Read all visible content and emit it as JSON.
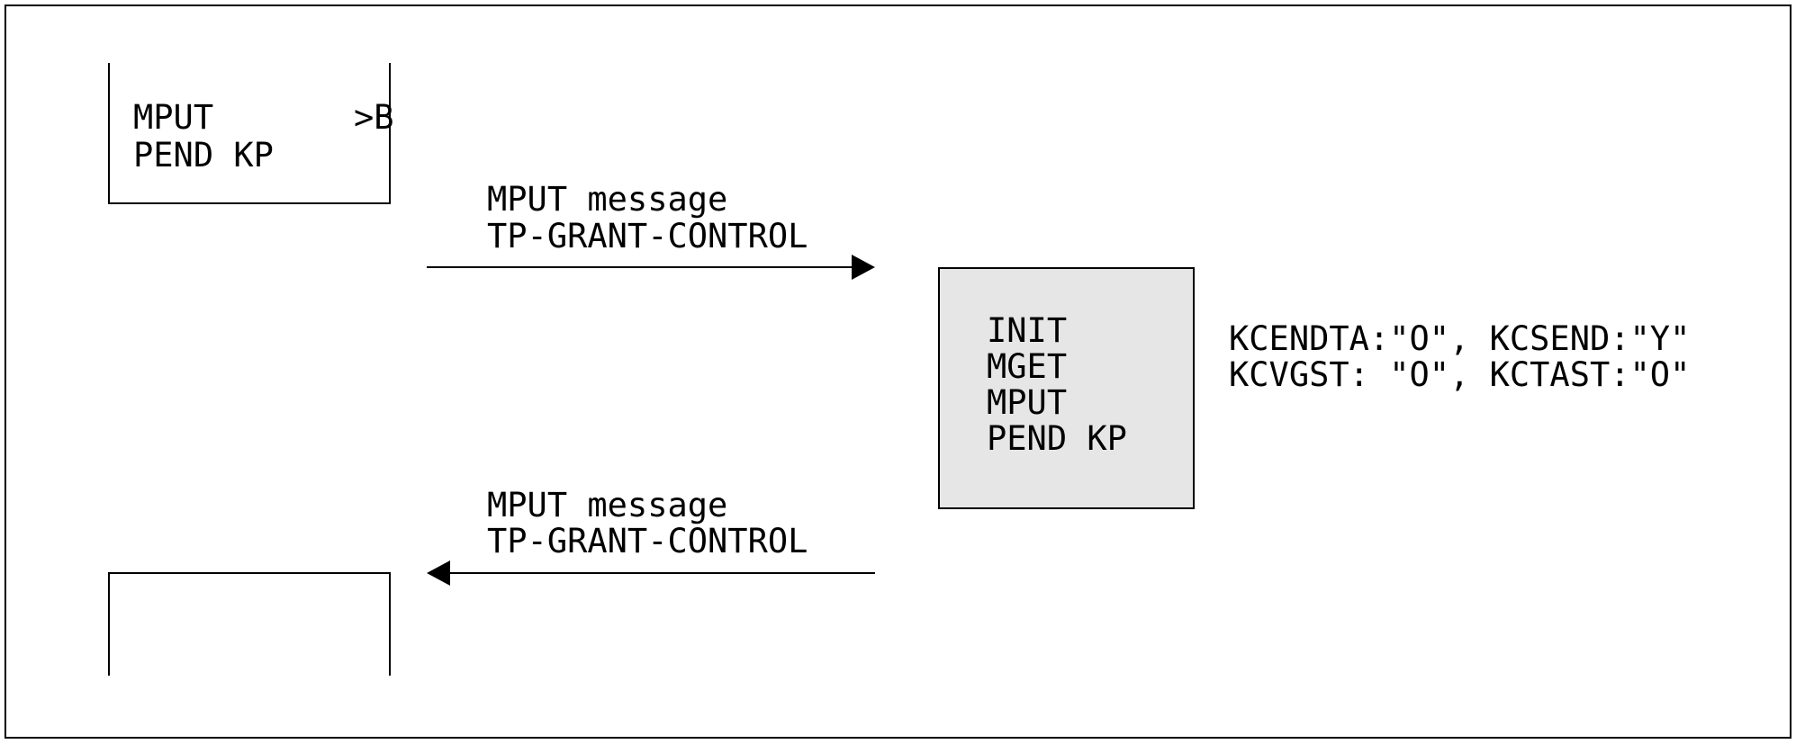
{
  "left_top_box": {
    "line1": "MPUT       >B",
    "line2": "PEND KP"
  },
  "arrow_right": {
    "line1": "MPUT message",
    "line2": "TP-GRANT-CONTROL"
  },
  "center_box": {
    "line1": "INIT",
    "line2": "MGET",
    "line3": "MPUT",
    "line4": "PEND KP",
    "fill": "#e6e6e6"
  },
  "status": {
    "line1": "KCENDTA:\"O\", KCSEND:\"Y\"",
    "line2": "KCVGST: \"O\", KCTAST:\"O\""
  },
  "arrow_left": {
    "line1": "MPUT message",
    "line2": "TP-GRANT-CONTROL"
  }
}
